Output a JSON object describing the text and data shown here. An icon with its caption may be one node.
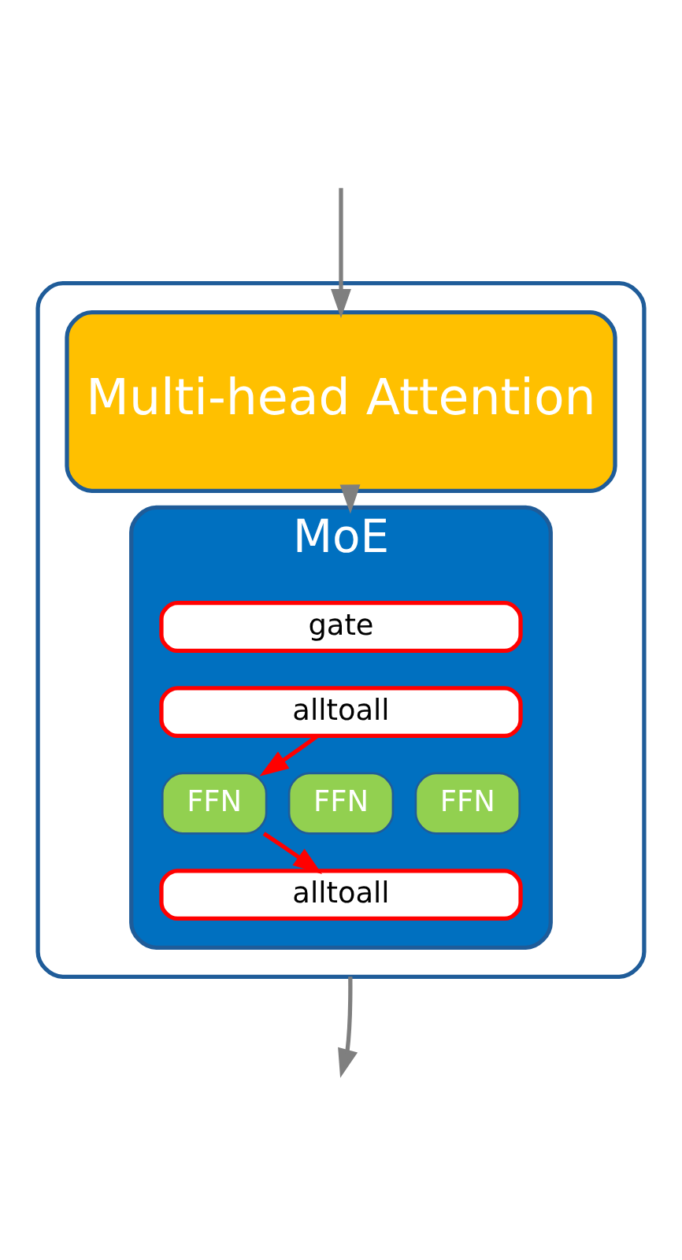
{
  "diagram": {
    "nodes": [
      {
        "text": [],
        "shape": "box"
      },
      {
        "text": [
          "Multi-head Attention"
        ],
        "in": 0
      },
      {
        "text": [
          "MoE"
        ],
        "in": 0
      },
      {
        "text": [
          "gate"
        ],
        "in": 2
      },
      {
        "text": [
          "alltoall"
        ],
        "in": 2
      },
      {
        "text": [
          "FFN"
        ],
        "in": 2
      },
      {
        "text": [
          "FFN"
        ],
        "in": 2
      },
      {
        "text": [
          "FFN"
        ],
        "in": 2
      },
      {
        "text": [
          "alltoall"
        ],
        "in": 2
      }
    ],
    "edges": [
      {
        "from": null,
        "to": 1,
        "arrow": "to",
        "color": "#7f7f7f"
      },
      {
        "from": 1,
        "to": 2,
        "arrow": "to",
        "color": "#7f7f7f"
      },
      {
        "from": 4,
        "to": 5,
        "arrow": "to",
        "color": "#ff0000"
      },
      {
        "from": 5,
        "to": 8,
        "arrow": "to",
        "color": "#ff0000"
      },
      {
        "from": 0,
        "to": null,
        "arrow": "to",
        "color": "#7f7f7f"
      }
    ]
  }
}
